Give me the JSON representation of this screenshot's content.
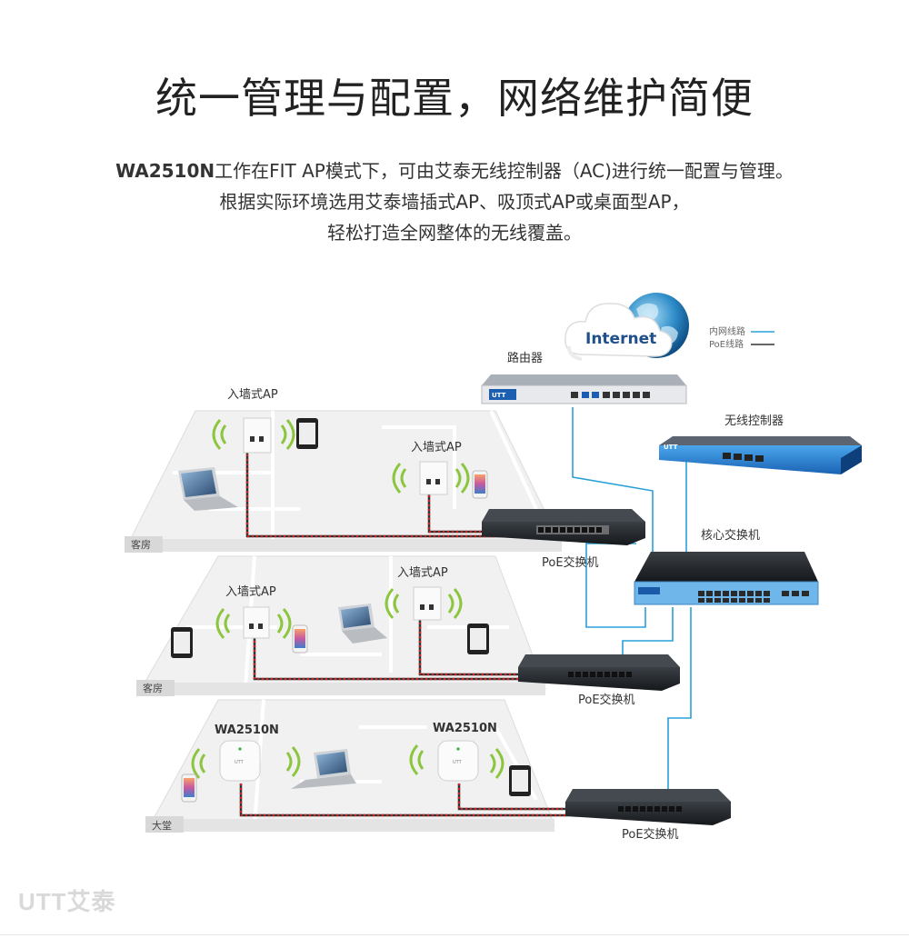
{
  "heading": "统一管理与配置，网络维护简便",
  "intro": {
    "product": "WA2510N",
    "line1_rest": "工作在FIT AP模式下，可由艾泰无线控制器（AC)进行统一配置与管理。",
    "line2": "根据实际环境选用艾泰墙插式AP、吸顶式AP或桌面型AP，",
    "line3": "轻松打造全网整体的无线覆盖。"
  },
  "diagram": {
    "internet": "Internet",
    "router": "路由器",
    "router_brand": "UTT",
    "controller": "无线控制器",
    "controller_brand": "UTT",
    "core_switch": "核心交换机",
    "legend": {
      "lan": "内网线路",
      "poe": "PoE线路"
    },
    "colors": {
      "lan": "#2aa0d8",
      "poe": "#333333",
      "poe_dots": "#d22222",
      "floor": "#f1f1f1"
    },
    "floors": [
      {
        "room": "客房",
        "switch": "PoE交换机",
        "aps": [
          "入墙式AP",
          "入墙式AP"
        ]
      },
      {
        "room": "客房",
        "switch": "PoE交换机",
        "aps": [
          "入墙式AP",
          "入墙式AP"
        ]
      },
      {
        "room": "大堂",
        "switch": "PoE交换机",
        "aps": [
          "WA2510N",
          "WA2510N"
        ],
        "ap_brand": "UTT"
      }
    ]
  },
  "brand": "UTT艾泰"
}
